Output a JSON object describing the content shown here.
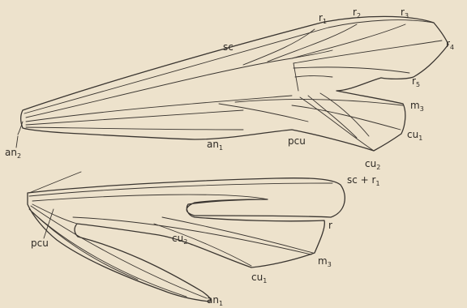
{
  "upper_wing": {
    "labels": {
      "sc": {
        "base": "sc",
        "sub": ""
      },
      "r1": {
        "base": "r",
        "sub": "1"
      },
      "r2": {
        "base": "r",
        "sub": "2"
      },
      "r3": {
        "base": "r",
        "sub": "3"
      },
      "r4": {
        "base": "r",
        "sub": "4"
      },
      "r5": {
        "base": "r",
        "sub": "5"
      },
      "m3": {
        "base": "m",
        "sub": "3"
      },
      "cu1": {
        "base": "cu",
        "sub": "1"
      },
      "cu2": {
        "base": "cu",
        "sub": "2"
      },
      "pcu": {
        "base": "pcu",
        "sub": ""
      },
      "an1": {
        "base": "an",
        "sub": "1"
      },
      "an2": {
        "base": "an",
        "sub": "2"
      }
    }
  },
  "lower_wing": {
    "labels": {
      "sc_r1": {
        "base": "sc + r",
        "sub": "1"
      },
      "r": {
        "base": "r",
        "sub": ""
      },
      "pcu": {
        "base": "pcu",
        "sub": ""
      },
      "cu2": {
        "base": "cu",
        "sub": "2"
      },
      "m3": {
        "base": "m",
        "sub": "3"
      },
      "cu1": {
        "base": "cu",
        "sub": "1"
      },
      "an1": {
        "base": "an",
        "sub": "1"
      }
    }
  }
}
